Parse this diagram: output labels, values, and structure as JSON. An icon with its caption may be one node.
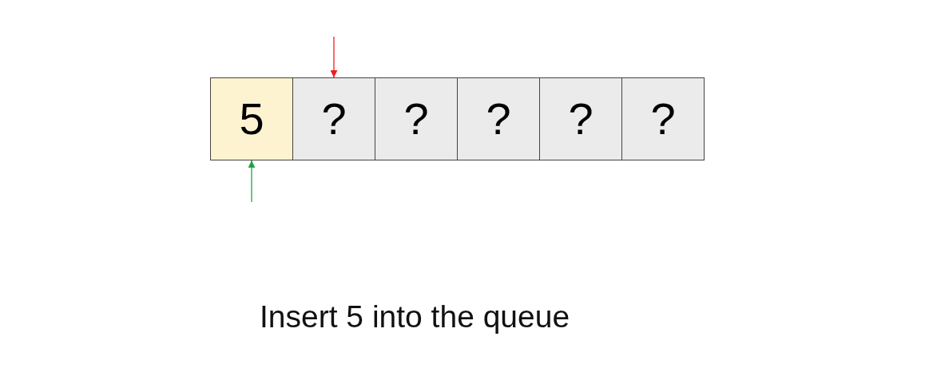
{
  "diagram": {
    "caption": "Insert 5 into the queue",
    "nodes": [
      {
        "text": [
          "5"
        ]
      },
      {
        "text": [
          "?"
        ]
      },
      {
        "text": [
          "?"
        ]
      },
      {
        "text": [
          "?"
        ]
      },
      {
        "text": [
          "?"
        ]
      },
      {
        "text": [
          "?"
        ]
      }
    ],
    "edges": [
      {
        "from": null,
        "to": 1,
        "arrow": "to",
        "color": "#ee1c24"
      },
      {
        "from": null,
        "to": 0,
        "arrow": "to",
        "color": "#1fa347"
      }
    ]
  }
}
